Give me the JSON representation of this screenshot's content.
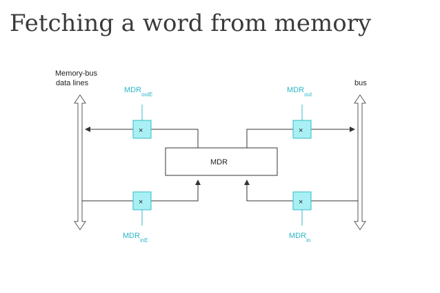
{
  "title": "Fetching a word from memory",
  "diagram": {
    "memory_bus_label_line1": "Memory-bus",
    "memory_bus_label_line2": "data lines",
    "bus_label": "bus",
    "register_label": "MDR",
    "switch_symbol": "×",
    "gates": {
      "top_left": {
        "base": "MDR",
        "sub": "outE"
      },
      "top_right": {
        "base": "MDR",
        "sub": "out"
      },
      "bottom_left": {
        "base": "MDR",
        "sub": "inE"
      },
      "bottom_right": {
        "base": "MDR",
        "sub": "in"
      }
    },
    "colors": {
      "gate_fill": "#a8f0f4",
      "gate_stroke": "#35b9c9",
      "gate_text": "#29b6c6",
      "line": "#333333"
    }
  }
}
